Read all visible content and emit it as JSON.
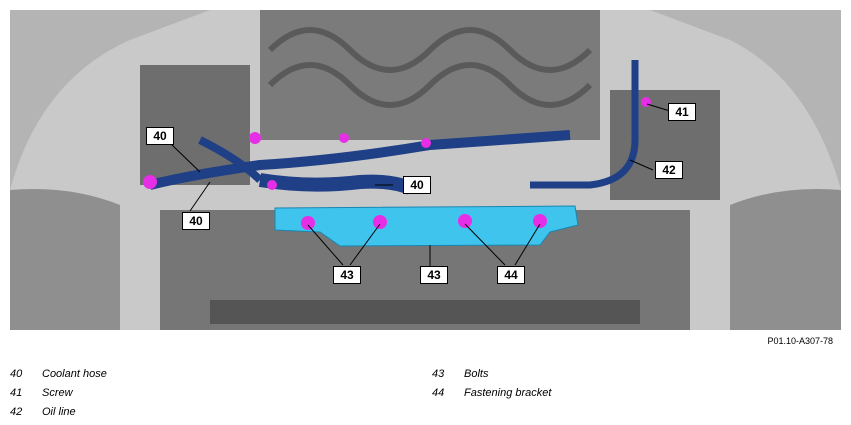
{
  "callouts": [
    {
      "id": "c40a",
      "label": "40"
    },
    {
      "id": "c40b",
      "label": "40"
    },
    {
      "id": "c40c",
      "label": "40"
    },
    {
      "id": "c41",
      "label": "41"
    },
    {
      "id": "c42",
      "label": "42"
    },
    {
      "id": "c43a",
      "label": "43"
    },
    {
      "id": "c43b",
      "label": "43"
    },
    {
      "id": "c44",
      "label": "44"
    }
  ],
  "reference_code": "P01.10-A307-78",
  "legend": [
    {
      "number": "40",
      "text": "Coolant hose"
    },
    {
      "number": "41",
      "text": "Screw"
    },
    {
      "number": "42",
      "text": "Oil line"
    },
    {
      "number": "43",
      "text": "Bolts"
    },
    {
      "number": "44",
      "text": "Fastening bracket"
    }
  ],
  "colors": {
    "coolant_hose": "#1f3f86",
    "fastening_bracket": "#3fc4ee",
    "highlight": "#e62ee6",
    "background": "#c9c9c9"
  }
}
